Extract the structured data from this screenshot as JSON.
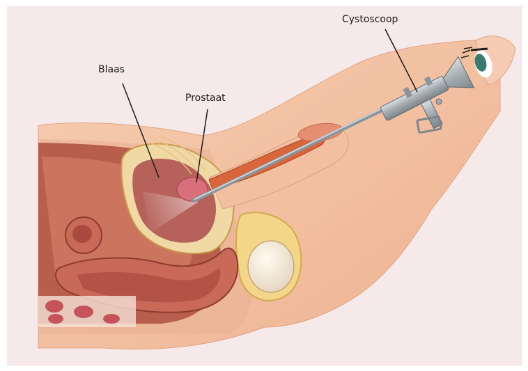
{
  "diagram": {
    "labels": {
      "bladder": "Blaas",
      "prostate": "Prostaat",
      "cystoscope": "Cystoscoop"
    },
    "colors": {
      "background": "#f6e9ea",
      "skin": "#f3c3a3",
      "skin_shadow": "#e8a987",
      "tissue": "#c96a58",
      "tissue_dark": "#9a3f34",
      "bladder_wall": "#e3b86a",
      "prostate": "#d86f7a",
      "instrument": "#9aa3a8",
      "urethra": "#d9653c"
    }
  }
}
